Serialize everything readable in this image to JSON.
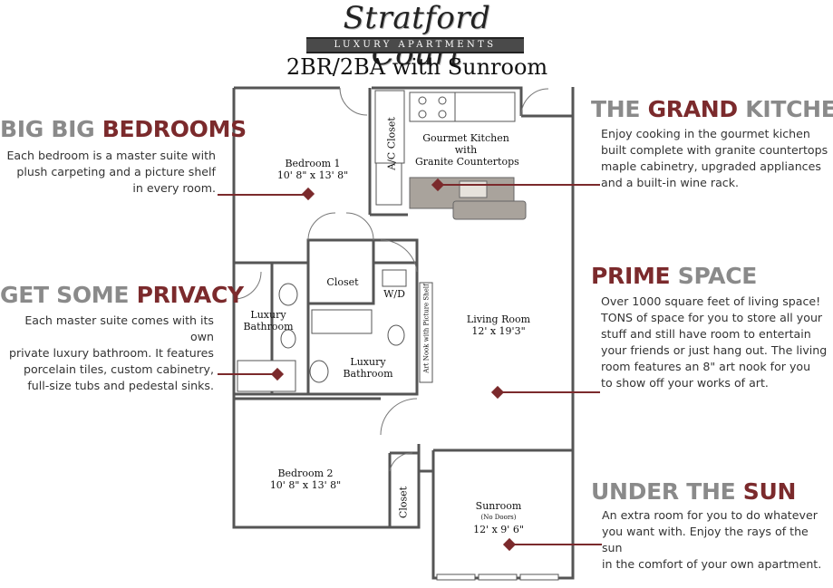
{
  "brand": {
    "name": "Stratford Court",
    "tagline": "LUXURY APARTMENTS"
  },
  "plan_title": "2BR/2BA with Sunroom",
  "colors": {
    "accent": "#7b2a2c",
    "heading_gray": "#8a8a8a",
    "wall": "#555555",
    "granite": "#a9a39c"
  },
  "features": [
    {
      "heading_plain": "BIG BIG ",
      "heading_accent": "BEDROOMS",
      "heading_tail": "",
      "lines": [
        "Each bedroom is a master suite with",
        "plush carpeting and a picture shelf",
        "in every room."
      ]
    },
    {
      "heading_plain": "GET SOME ",
      "heading_accent": "PRIVACY",
      "heading_tail": "",
      "lines": [
        "Each master suite comes with its own",
        "private luxury bathroom. It features",
        "porcelain tiles, custom cabinetry,",
        "full-size tubs and pedestal sinks."
      ]
    },
    {
      "heading_plain": "THE ",
      "heading_accent": "GRAND",
      "heading_tail": " KITCHEN",
      "lines": [
        "Enjoy cooking in the gourmet kichen",
        "built complete with granite countertops",
        "maple cabinetry, upgraded appliances",
        "and a built-in wine rack."
      ]
    },
    {
      "heading_plain": "PRIME ",
      "heading_accent": "",
      "heading_tail": "SPACE",
      "lines": [
        "Over 1000 square feet of living space!",
        "TONS of space for you to store all your",
        "stuff and still have room to entertain",
        "your friends or just hang out. The living",
        "room features an 8\" art nook for you",
        "to show off your works of art."
      ]
    },
    {
      "heading_plain": "UNDER THE ",
      "heading_accent": "SUN",
      "heading_tail": "",
      "lines": [
        "An extra room for you to do whatever",
        "you want with. Enjoy the rays of the sun",
        "in the comfort of your own apartment."
      ]
    }
  ],
  "rooms": {
    "bedroom1": {
      "name": "Bedroom 1",
      "size": "10' 8\" x 13' 8\""
    },
    "kitchen": {
      "line1": "Gourmet Kitchen",
      "line2": "with",
      "line3": "Granite Countertops"
    },
    "ac_closet": "A/C Closet",
    "closet": "Closet",
    "wd": "W/D",
    "luxury_bath_left": {
      "line1": "Luxury",
      "line2": "Bathroom"
    },
    "luxury_bath_right": {
      "line1": "Luxury",
      "line2": "Bathroom"
    },
    "art_nook": "Art Nook with Picture Shelf",
    "living": {
      "name": "Living Room",
      "size": "12' x 19'3\""
    },
    "bedroom2": {
      "name": "Bedroom 2",
      "size": "10' 8\" x 13' 8\""
    },
    "closet2": "Closet",
    "sunroom": {
      "name": "Sunroom",
      "note": "(No Doors)",
      "size": "12' x 9' 6\""
    }
  }
}
